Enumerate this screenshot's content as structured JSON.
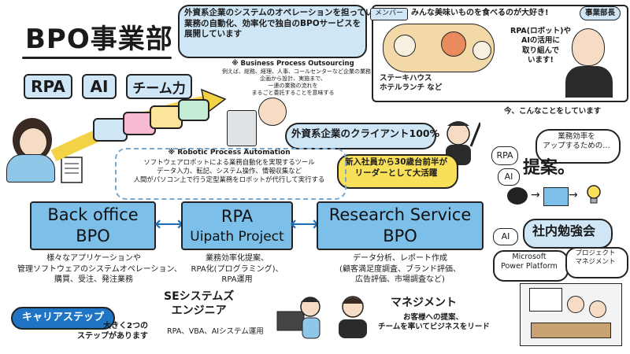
{
  "page": {
    "title": "BPO事業部",
    "tags": [
      "RPA",
      "AI",
      "チーム力"
    ]
  },
  "intro": {
    "lines": [
      "外資系企業のシステムのオペレーションを担っています",
      "業務の自動化、効率化で独自のBPOサービスを",
      "展開しています"
    ]
  },
  "bpo_note": {
    "title": "※ Business Process Outsourcing",
    "lines": [
      "例えば、総務、経理、人事、コールセンターなど企業の業務プロセスの一部を、",
      "企画から設計、実施まで、",
      "一連の業務の流れを",
      "まるごと委託することを意味する"
    ]
  },
  "member": {
    "label": "メンバー",
    "caption": "みんな美味いものを食べるのが大好き!",
    "photo_caption_1": "ステーキハウス",
    "photo_caption_2": "ホテルランチ など",
    "manager_label": "事業部長",
    "manager_quote": [
      "RPA(ロボット)や",
      "AIの活用に",
      "取り組んで",
      "います!"
    ]
  },
  "highlights": {
    "clients": "外資系企業のクライアント100%",
    "young": [
      "新入社員から30歳台前半が",
      "リーダーとして大活躍"
    ]
  },
  "rpa_note": {
    "title": "※ Robotic Process Automation",
    "lines": [
      "ソフトウェアロボットによる業務自動化を実現するツール",
      "データ入力、転記、システム操作、情報収集など",
      "人間がパソコン上で行う定型業務をロボットが代行して実行する"
    ]
  },
  "services": [
    {
      "name_1": "Back office",
      "name_2": "BPO",
      "desc": [
        "様々なアプリケーションや",
        "管理ソフトウェアのシステムオペレーション、",
        "購買、受注、発注業務"
      ]
    },
    {
      "name_1": "RPA",
      "name_2": "Uipath Project",
      "desc": [
        "業務効率化提案、",
        "RPA化(プログラミング)、",
        "RPA運用"
      ]
    },
    {
      "name_1": "Research Service",
      "name_2": "BPO",
      "desc": [
        "データ分析、レポート作成",
        "(顧客満足度調査、ブランド評価、",
        "広告評価、市場調査など)"
      ]
    }
  ],
  "now": {
    "heading": "今、こんなことをしています",
    "bubble": [
      "業務効率を",
      "アップするための…"
    ],
    "rpa": "RPA",
    "ai": "AI",
    "proposal": "提案。",
    "ai2": "AI",
    "study": "社内勉強会",
    "ms": [
      "Microsoft",
      "Power Platform"
    ],
    "pm": [
      "プロジェクト",
      "マネジメント"
    ]
  },
  "career": {
    "label": "キャリアステップ",
    "text_1": "大きく2つの",
    "text_2": "ステップがあります",
    "se_title_1": "SEシステムズ",
    "se_title_2": "エンジニア",
    "se_desc": "RPA、VBA、AIシステム運用",
    "mgmt_title": "マネジメント",
    "mgmt_desc_1": "お客様への提案、",
    "mgmt_desc_2": "チームを率いてビジネスをリード"
  },
  "colors": {
    "accent_blue": "#7cc0ea",
    "light_blue": "#cfe6f7",
    "yellow": "#f9e05a",
    "dark": "#1a1a1a"
  }
}
